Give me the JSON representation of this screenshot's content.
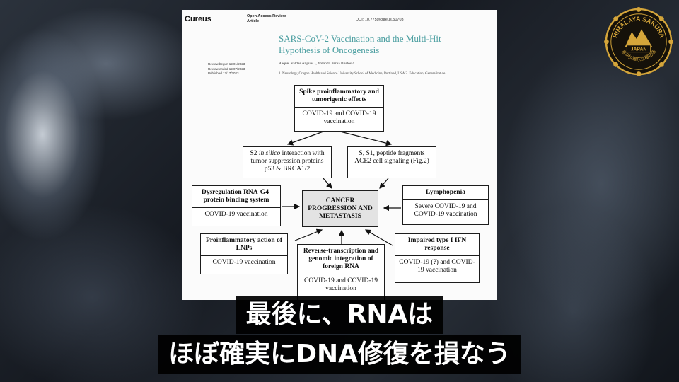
{
  "paper": {
    "journal": "Cureus",
    "access_line1": "Open Access Review",
    "access_line2": "Article",
    "doi": "DOI: 10.7759/cureus.50703",
    "title_line1": "SARS-CoV-2 Vaccination and the Multi-Hit",
    "title_line2": "Hypothesis of Oncogenesis",
    "review_begun": "Review begun 12/01/2023",
    "review_ended": "Review ended 12/07/2023",
    "published": "Published 12/17/2023",
    "authors": "Raquel Valdes Angues ¹, Yolanda Perea Bustos ²",
    "affiliations": "1. Neurology, Oregon Health and Science University School of Medicine, Portland, USA  2. Education, Generalitat de"
  },
  "diagram": {
    "spike_title": "Spike proinflammatory and tumorigenic effects",
    "spike_body": "COVID-19 and COVID-19 vaccination",
    "s2_pre": "S2 ",
    "s2_italic": "in silico",
    "s2_post": " interaction with tumor suppression proteins p53 & BRCA1/2",
    "fragments": "S, S1, peptide fragments ACE2 cell signaling (Fig.2)",
    "dysreg_title": "Dysregulation RNA-G4-protein binding system",
    "dysreg_body": "COVID-19 vaccination",
    "center": "CANCER PROGRESSION AND METASTASIS",
    "lymph_title": "Lymphopenia",
    "lymph_body": "Severe COVID-19 and COVID-19 vaccination",
    "lnp_title": "Proinflammatory action of LNPs",
    "lnp_body": "COVID-19 vaccination",
    "rt_title": "Reverse-transcription and genomic integration of foreign RNA",
    "rt_body": "COVID-19 and COVID-19 vaccination",
    "ifn_title": "Impaired type I IFN response",
    "ifn_body": "COVID-19 (?) and COVID-19 vaccination"
  },
  "subtitles": {
    "line1": "最後に、RNAは",
    "line2": "ほぼ確実にDNA修復を損なう"
  },
  "logo": {
    "top_text": "HIMALAYA SAKURA",
    "center_text": "JAPAN",
    "bottom_text": "喜马拉雅东京樱花团",
    "color": "#d4a53a"
  }
}
